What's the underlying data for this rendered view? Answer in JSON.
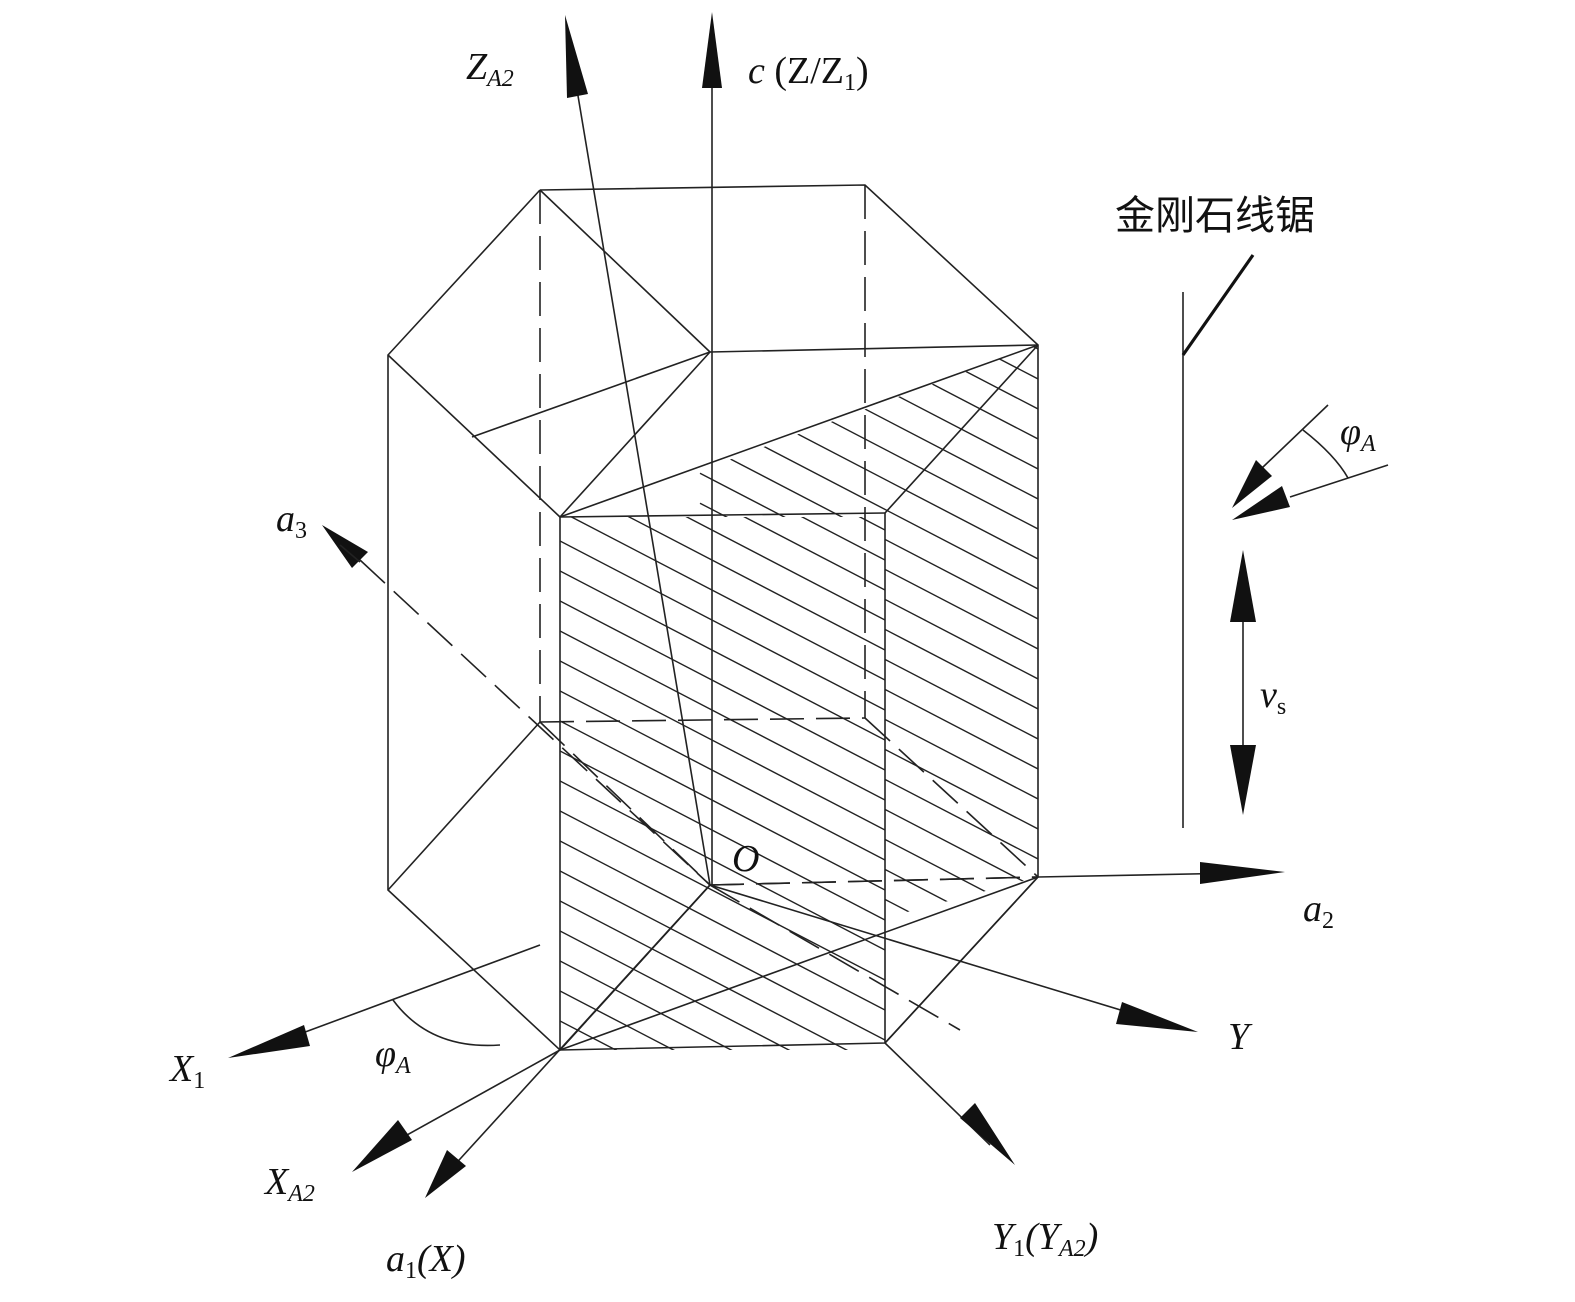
{
  "labels": {
    "za2": {
      "main": "Z",
      "sub": "A2"
    },
    "c": {
      "main": "c",
      "rest_a": "(Z/Z",
      "rest_sub": "1",
      "rest_b": ")"
    },
    "saw": "金刚石线锯",
    "phi_right": {
      "main": "φ",
      "sub": "A"
    },
    "vs": {
      "main": "v",
      "sub": "s"
    },
    "a3": {
      "main": "a",
      "sub": "3"
    },
    "o": "O",
    "a2": {
      "main": "a",
      "sub": "2"
    },
    "y": "Y",
    "x1": {
      "main": "X",
      "sub": "1"
    },
    "phi_left": {
      "main": "φ",
      "sub": "A"
    },
    "xa2": {
      "main": "X",
      "sub": "A2"
    },
    "a1": {
      "main": "a",
      "sub": "1",
      "rest": "(X)"
    },
    "y1": {
      "main": "Y",
      "sub": "1",
      "rest_a": "(Y",
      "rest_sub": "A2",
      "rest_b": ")"
    }
  }
}
